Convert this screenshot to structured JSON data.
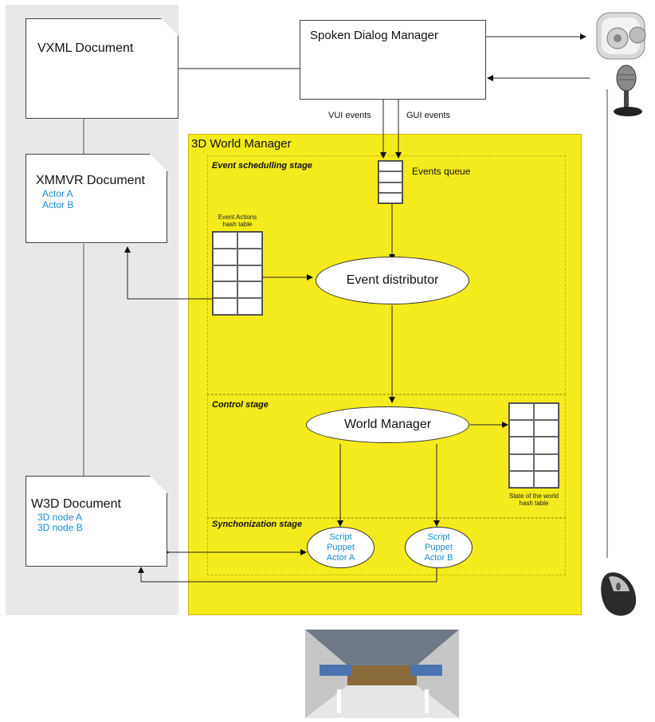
{
  "documents": {
    "vxml": {
      "title": "VXML Document"
    },
    "xmmvr": {
      "title": "XMMVR Document",
      "items": [
        "Actor A",
        "Actor B"
      ]
    },
    "w3d": {
      "title": "W3D Document",
      "items": [
        "3D node  A",
        "3D node  B"
      ]
    }
  },
  "spoken_dialog_manager": "Spoken Dialog Manager",
  "event_labels": {
    "vui": "VUI events",
    "gui": "GUI events"
  },
  "world_manager_3d": {
    "title": "3D World Manager",
    "stages": {
      "scheduling": "Event schedulling stage",
      "control": "Control stage",
      "sync": "Synchonization stage"
    },
    "events_queue": "Events queue",
    "event_actions_table": "Event Actions hash table",
    "event_distributor": "Event distributor",
    "world_manager": "World Manager",
    "state_table": "State of the world hash table",
    "puppets": [
      {
        "lines": [
          "Script",
          "Puppet",
          "Actor A"
        ]
      },
      {
        "lines": [
          "Script",
          "Puppet",
          "Actor B"
        ]
      }
    ]
  },
  "icons": [
    "speaker-icon",
    "microphone-icon",
    "mouse-icon"
  ],
  "colors": {
    "panel_gray": "#e8e8e8",
    "world_yellow": "#f5ea1c",
    "link_blue": "#1a8ad4"
  }
}
